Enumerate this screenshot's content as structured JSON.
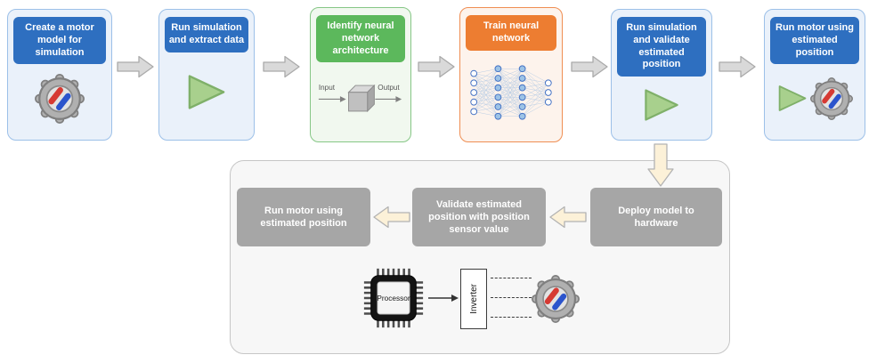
{
  "colors": {
    "step_blue_header": "#2e6fc0",
    "step_blue_bg": "#eaf1fa",
    "step_blue_border": "#9cc0e8",
    "step_green_header": "#5cb85c",
    "step_green_bg": "#f1f8ef",
    "step_green_border": "#86c786",
    "step_orange_header": "#ed7d31",
    "step_orange_bg": "#fdf3ec",
    "step_orange_border": "#ef8e53",
    "hardware_box_gray": "#a6a6a6",
    "flow_arrow_gray": "#d9d9d9",
    "flow_arrow_cream": "#fcf1d8",
    "play_green": "#a8d08d",
    "magnet_red": "#d63a33",
    "magnet_blue": "#2b54cc"
  },
  "workflow": {
    "steps": [
      {
        "label": "Create a motor model for simulation",
        "theme": "blue"
      },
      {
        "label": "Run simulation and extract data",
        "theme": "blue"
      },
      {
        "label": "Identify neural network architecture",
        "theme": "green"
      },
      {
        "label": "Train neural network",
        "theme": "orange"
      },
      {
        "label": "Run simulation and validate estimated position",
        "theme": "blue"
      },
      {
        "label": "Run motor using estimated position",
        "theme": "blue"
      }
    ],
    "nn_architecture": {
      "input_label": "Input",
      "output_label": "Output"
    }
  },
  "hardware_section": {
    "boxes": [
      {
        "label": "Deploy model to hardware"
      },
      {
        "label": "Validate estimated position with position sensor value"
      },
      {
        "label": "Run motor using estimated position"
      }
    ],
    "processor_label": "Processor",
    "inverter_label": "Inverter"
  }
}
